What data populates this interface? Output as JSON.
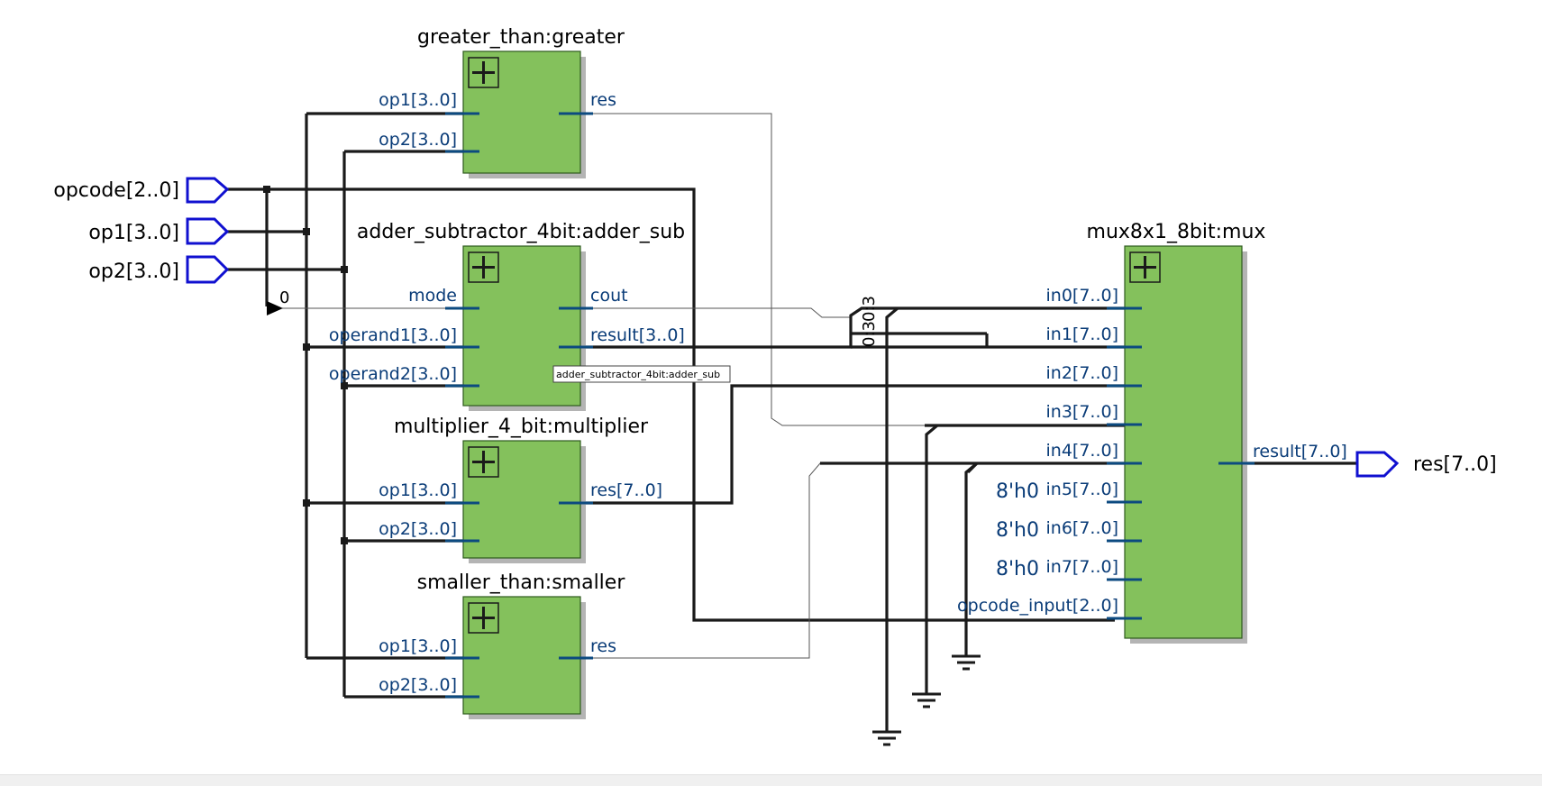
{
  "inputs": [
    {
      "id": "opcode",
      "label": "opcode[2..0]"
    },
    {
      "id": "op1",
      "label": "op1[3..0]"
    },
    {
      "id": "op2",
      "label": "op2[3..0]"
    }
  ],
  "output": {
    "label": "res[7..0]"
  },
  "blocks": {
    "greater": {
      "title": "greater_than:greater",
      "ports_in": [
        "op1[3..0]",
        "op2[3..0]"
      ],
      "ports_out": [
        "res"
      ]
    },
    "adder": {
      "title": "adder_subtractor_4bit:adder_sub",
      "ports_in": [
        "mode",
        "operand1[3..0]",
        "operand2[3..0]"
      ],
      "ports_out": [
        "cout",
        "result[3..0]"
      ]
    },
    "mult": {
      "title": "multiplier_4_bit:multiplier",
      "ports_in": [
        "op1[3..0]",
        "op2[3..0]"
      ],
      "ports_out": [
        "res[7..0]"
      ]
    },
    "smaller": {
      "title": "smaller_than:smaller",
      "ports_in": [
        "op1[3..0]",
        "op2[3..0]"
      ],
      "ports_out": [
        "res"
      ]
    },
    "mux": {
      "title": "mux8x1_8bit:mux",
      "ports_in": [
        "in0[7..0]",
        "in1[7..0]",
        "in2[7..0]",
        "in3[7..0]",
        "in4[7..0]",
        "in5[7..0]",
        "in6[7..0]",
        "in7[7..0]",
        "opcode_input[2..0]"
      ],
      "ports_out": [
        "result[7..0]"
      ]
    }
  },
  "constants": {
    "mode_const": "0",
    "mux_const": "8'h0",
    "bus_label": "0:3",
    "bus_label2": "0:3"
  },
  "tooltip": "adder_subtractor_4bit:adder_sub",
  "colors": {
    "block_fill": "#84c15c",
    "port_text": "#0a3c78",
    "io_pin": "#1010d0",
    "wire": "#1a1a1a"
  }
}
